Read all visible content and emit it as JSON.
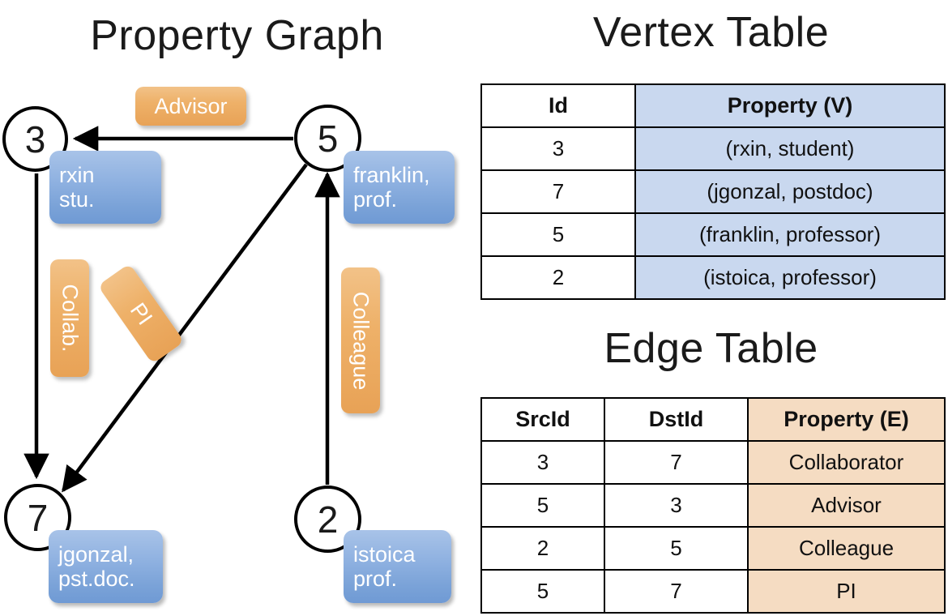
{
  "titles": {
    "property_graph": "Property Graph",
    "vertex_table": "Vertex Table",
    "edge_table": "Edge Table"
  },
  "colors": {
    "vertex_property_fill": "#c9d8ef",
    "edge_property_fill": "#f5dcc2",
    "blue_box": "#8db0e0",
    "orange_box": "#eeb169",
    "stroke": "#000000"
  },
  "graph": {
    "vertices": [
      {
        "id": "3",
        "label": "3",
        "property_lines": [
          "rxin",
          "stu."
        ]
      },
      {
        "id": "5",
        "label": "5",
        "property_lines": [
          "franklin,",
          "prof."
        ]
      },
      {
        "id": "7",
        "label": "7",
        "property_lines": [
          "jgonzal,",
          "pst.doc."
        ]
      },
      {
        "id": "2",
        "label": "2",
        "property_lines": [
          "istoica",
          "prof."
        ]
      }
    ],
    "edge_labels": [
      {
        "name": "advisor",
        "text": "Advisor"
      },
      {
        "name": "collab",
        "text": "Collab."
      },
      {
        "name": "pi",
        "text": "PI"
      },
      {
        "name": "colleague",
        "text": "Colleague"
      }
    ],
    "edges": [
      {
        "src": "5",
        "dst": "3",
        "label": "Advisor"
      },
      {
        "src": "3",
        "dst": "7",
        "label": "Collab."
      },
      {
        "src": "5",
        "dst": "7",
        "label": "PI"
      },
      {
        "src": "2",
        "dst": "5",
        "label": "Colleague"
      }
    ]
  },
  "vertex_table": {
    "headers": [
      "Id",
      "Property (V)"
    ],
    "rows": [
      {
        "id": "3",
        "property": "(rxin, student)"
      },
      {
        "id": "7",
        "property": "(jgonzal, postdoc)"
      },
      {
        "id": "5",
        "property": "(franklin, professor)"
      },
      {
        "id": "2",
        "property": "(istoica, professor)"
      }
    ]
  },
  "edge_table": {
    "headers": [
      "SrcId",
      "DstId",
      "Property (E)"
    ],
    "rows": [
      {
        "src": "3",
        "dst": "7",
        "property": "Collaborator"
      },
      {
        "src": "5",
        "dst": "3",
        "property": "Advisor"
      },
      {
        "src": "2",
        "dst": "5",
        "property": "Colleague"
      },
      {
        "src": "5",
        "dst": "7",
        "property": "PI"
      }
    ]
  }
}
